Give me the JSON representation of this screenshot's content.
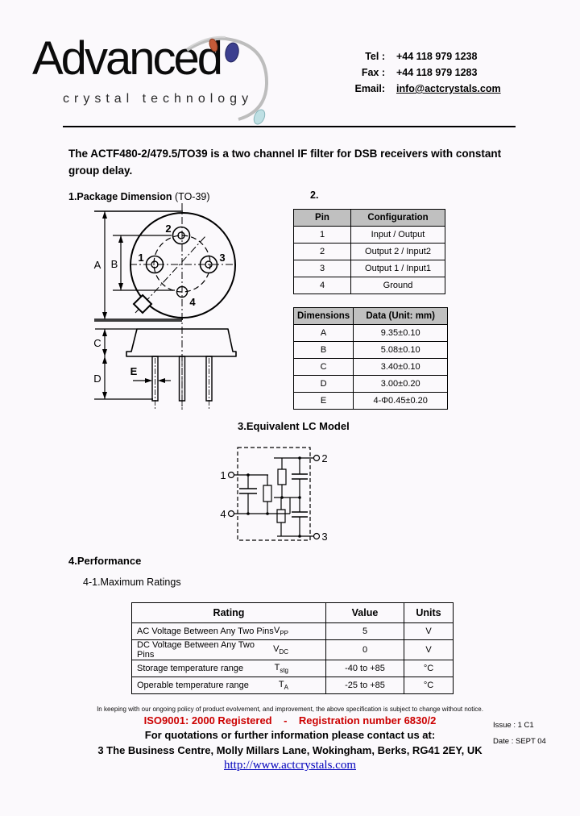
{
  "header": {
    "logo": {
      "name": "Advanced",
      "tagline": "crystal technology"
    },
    "contact": {
      "tel_label": "Tel  :",
      "tel": "+44 118 979 1238",
      "fax_label": "Fax :",
      "fax": "+44 118 979 1283",
      "email_label": "Email:",
      "email": "info@actcrystals.com"
    }
  },
  "intro": "The ACTF480-2/479.5/TO39 is a two channel IF filter for DSB receivers with constant group delay.",
  "sections": {
    "s1_bold": "1.Package Dimension",
    "s1_rest": " (TO-39)",
    "s2": "2.",
    "s3": "3.Equivalent LC Model",
    "s4": "4.Performance",
    "s4_1": "4-1.Maximum Ratings"
  },
  "package_diagram": {
    "labels": {
      "a": "A",
      "b": "B",
      "c": "C",
      "d": "D",
      "e": "E"
    },
    "pins": {
      "p1": "1",
      "p2": "2",
      "p3": "3",
      "p4": "4"
    }
  },
  "lc_model": {
    "terminals": {
      "t1": "1",
      "t2": "2",
      "t3": "3",
      "t4": "4"
    }
  },
  "pin_table": {
    "headers": {
      "pin": "Pin",
      "config": "Configuration"
    },
    "rows": [
      {
        "pin": "1",
        "config": "Input / Output"
      },
      {
        "pin": "2",
        "config": "Output 2 / Input2"
      },
      {
        "pin": "3",
        "config": "Output 1 / Input1"
      },
      {
        "pin": "4",
        "config": "Ground"
      }
    ]
  },
  "dim_table": {
    "headers": {
      "dim": "Dimensions",
      "data": "Data (Unit: mm)"
    },
    "rows": [
      {
        "dim": "A",
        "data": "9.35±0.10"
      },
      {
        "dim": "B",
        "data": "5.08±0.10"
      },
      {
        "dim": "C",
        "data": "3.40±0.10"
      },
      {
        "dim": "D",
        "data": "3.00±0.20"
      },
      {
        "dim": "E",
        "data": "4-Φ0.45±0.20"
      }
    ]
  },
  "ratings_table": {
    "headers": {
      "rating": "Rating",
      "value": "Value",
      "units": "Units"
    },
    "rows": [
      {
        "name": "AC Voltage Between Any Two Pins",
        "symbol": "V",
        "symbol_sub": "PP",
        "value": "5",
        "units": "V"
      },
      {
        "name": "DC Voltage Between Any Two Pins",
        "symbol": "V",
        "symbol_sub": "DC",
        "value": "0",
        "units": "V"
      },
      {
        "name": "Storage temperature range",
        "symbol": "T",
        "symbol_sub": "stg",
        "value": "-40 to +85",
        "units": "°C"
      },
      {
        "name": "Operable temperature range",
        "symbol": "T",
        "symbol_sub": "A",
        "value": "-25 to +85",
        "units": "°C"
      }
    ]
  },
  "footer": {
    "notice": "In keeping with our ongoing policy of product evolvement, and improvement, the above specification is subject to change without notice.",
    "iso": "ISO9001: 2000 Registered    -    Registration number 6830/2",
    "contact_line": "For quotations or further information please contact us at:",
    "address": "3 The Business Centre, Molly Millars Lane, Wokingham, Berks, RG41 2EY, UK",
    "url": "http://www.actcrystals.com",
    "issue": "Issue : 1 C1",
    "date": "Date : SEPT 04"
  },
  "colors": {
    "iso_red": "#cc0000",
    "link_blue": "#0000bb",
    "table_header_bg": "#c0c0c0"
  }
}
